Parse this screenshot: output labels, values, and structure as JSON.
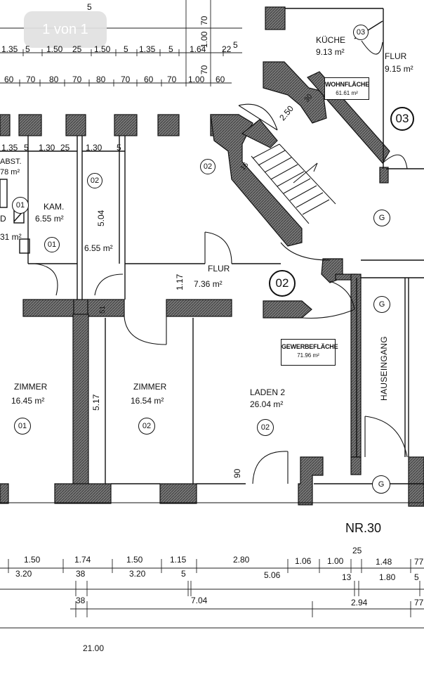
{
  "pager": {
    "label": "1 von 1"
  },
  "rooms": {
    "kueche": {
      "name": "KÜCHE",
      "area": "9.13 m²"
    },
    "flur_top": {
      "name": "FLUR",
      "area": "9.15 m²"
    },
    "wohnflaeche": {
      "name": "WOHNFLÄCHE",
      "area": "61.61 m²"
    },
    "abst": {
      "name": "ABST.",
      "area": "78 m²"
    },
    "kam": {
      "name": "KAM.",
      "area": "6.55 m²"
    },
    "kam2": {
      "area": "6.55 m²"
    },
    "bad_d": {
      "name": "D",
      "area": "31 m²"
    },
    "flur_mid": {
      "name": "FLUR",
      "area": "7.36 m²"
    },
    "gewerbe": {
      "name": "GEWERBEFLÄCHE",
      "area": "71.96 m²"
    },
    "zimmer1": {
      "name": "ZIMMER",
      "area": "16.45 m²"
    },
    "zimmer2": {
      "name": "ZIMMER",
      "area": "16.54 m²"
    },
    "laden": {
      "name": "LADEN 2",
      "area": "26.04 m²"
    },
    "hauseingang": {
      "name": "HAUSEINGANG"
    },
    "street": {
      "name": "NR.30"
    }
  },
  "markers": {
    "u01": "01",
    "u02": "02",
    "u03": "03",
    "g": "G"
  },
  "dims": {
    "top_a": [
      "1.35",
      "5",
      "1.50",
      "25",
      "1.50",
      "5",
      "1.35",
      "5",
      "1.64",
      "22",
      "5"
    ],
    "top_b": [
      "60",
      "70",
      "80",
      "70",
      "80",
      "70",
      "60",
      "70",
      "1.00",
      "60"
    ],
    "top_v": [
      "70",
      "1.00",
      "70"
    ],
    "top_num": "5",
    "row2": [
      "1.35",
      "5",
      "1.30",
      "25",
      "1.30",
      "5"
    ],
    "v_504": "5.04",
    "v_117": "1.17",
    "v_517": "5.17",
    "v_51": "51",
    "v_90": "90",
    "d_250": "2.50",
    "d_16": "16",
    "d_30": "30",
    "bottom1": [
      "1.50",
      "1.74",
      "1.50",
      "1.15",
      "2.80",
      "1.06",
      "1.00",
      "25",
      "1.48",
      "77"
    ],
    "bottom2": [
      "3.20",
      "38",
      "3.20",
      "5",
      "5.06",
      "13",
      "1.80",
      "5"
    ],
    "bottom3": [
      "38",
      "7.04",
      "2.94",
      "77"
    ],
    "bottom4": "21.00"
  }
}
